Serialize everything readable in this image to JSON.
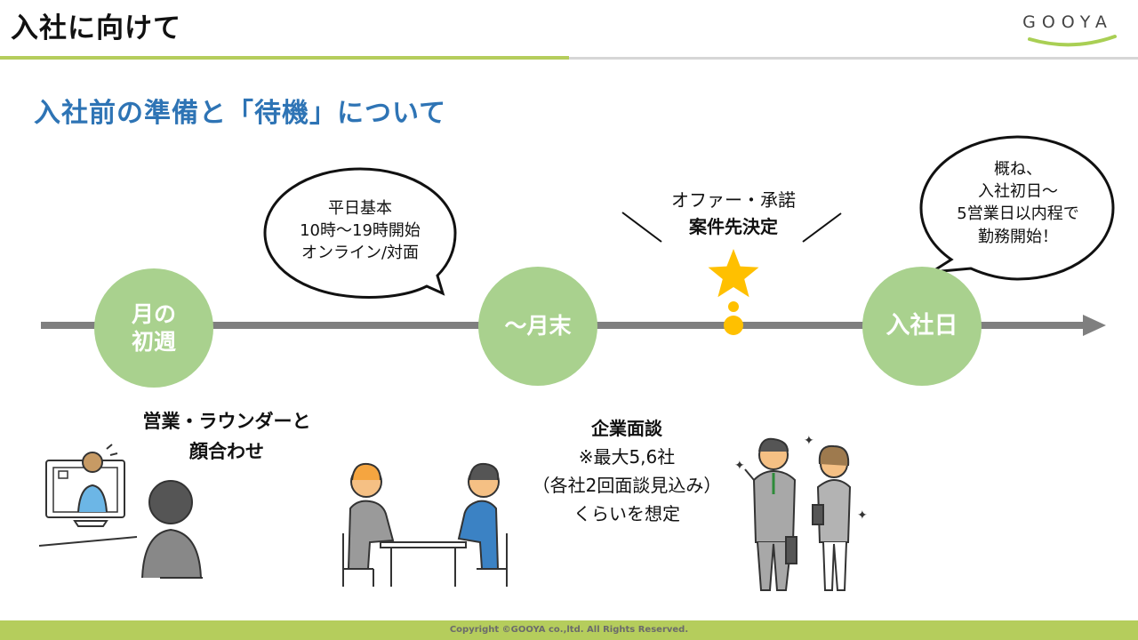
{
  "header": {
    "title": "入社に向けて"
  },
  "logo": {
    "text": "GOOYA"
  },
  "subtitle": "入社前の準備と「待機」について",
  "timeline": {
    "milestones": [
      {
        "label": "月の\n初週"
      },
      {
        "label": "〜月末"
      },
      {
        "label": "入社日"
      }
    ]
  },
  "bubbles": {
    "week_one": "平日基本\n10時〜19時開始\nオンライン/対面",
    "start_date": "概ね、\n入社初日〜\n5営業日以内程で\n勤務開始！"
  },
  "offer": {
    "line1": "オファー・承諾",
    "line2": "案件先決定"
  },
  "meeting_label": {
    "line1": "営業・ラウンダーと",
    "line2": "顔合わせ"
  },
  "interview_label": {
    "title": "企業面談",
    "line1": "※最大5,6社",
    "line2": "（各社2回面談見込み）",
    "line3": "くらいを想定"
  },
  "footer": {
    "copyright": "Copyright ©GOOYA co.,ltd. All Rights Reserved."
  },
  "colors": {
    "accent_green": "#b5cd5c",
    "circle_green": "#a9d18e",
    "title_blue": "#2e74b5",
    "star_yellow": "#ffc000",
    "timeline_gray": "#7f7f7f"
  }
}
